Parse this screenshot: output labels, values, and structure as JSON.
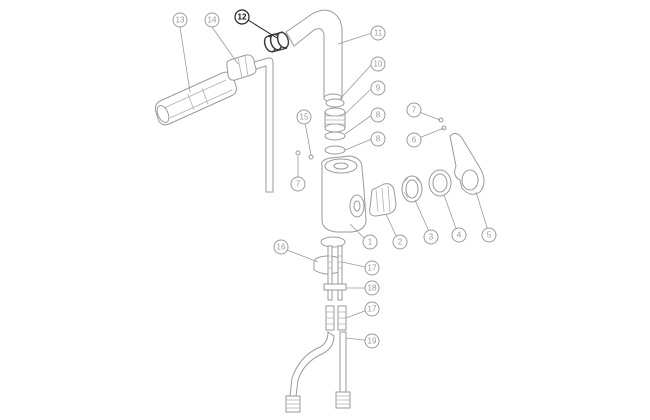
{
  "callouts": [
    {
      "id": "c13",
      "label": "13"
    },
    {
      "id": "c14",
      "label": "14"
    },
    {
      "id": "c12",
      "label": "12",
      "highlight": true
    },
    {
      "id": "c11",
      "label": "11"
    },
    {
      "id": "c10",
      "label": "10"
    },
    {
      "id": "c9",
      "label": "9"
    },
    {
      "id": "c8a",
      "label": "8"
    },
    {
      "id": "c8b",
      "label": "8"
    },
    {
      "id": "c7a",
      "label": "7"
    },
    {
      "id": "c6",
      "label": "6"
    },
    {
      "id": "c15",
      "label": "15"
    },
    {
      "id": "c7b",
      "label": "7"
    },
    {
      "id": "c1",
      "label": "1"
    },
    {
      "id": "c2",
      "label": "2"
    },
    {
      "id": "c3",
      "label": "3"
    },
    {
      "id": "c4",
      "label": "4"
    },
    {
      "id": "c5",
      "label": "5"
    },
    {
      "id": "c16",
      "label": "16"
    },
    {
      "id": "c17a",
      "label": "17"
    },
    {
      "id": "c18",
      "label": "18"
    },
    {
      "id": "c17b",
      "label": "17"
    },
    {
      "id": "c19",
      "label": "19"
    }
  ],
  "colors": {
    "line": "#9a9a9a",
    "highlight": "#222222",
    "background": "#ffffff"
  }
}
